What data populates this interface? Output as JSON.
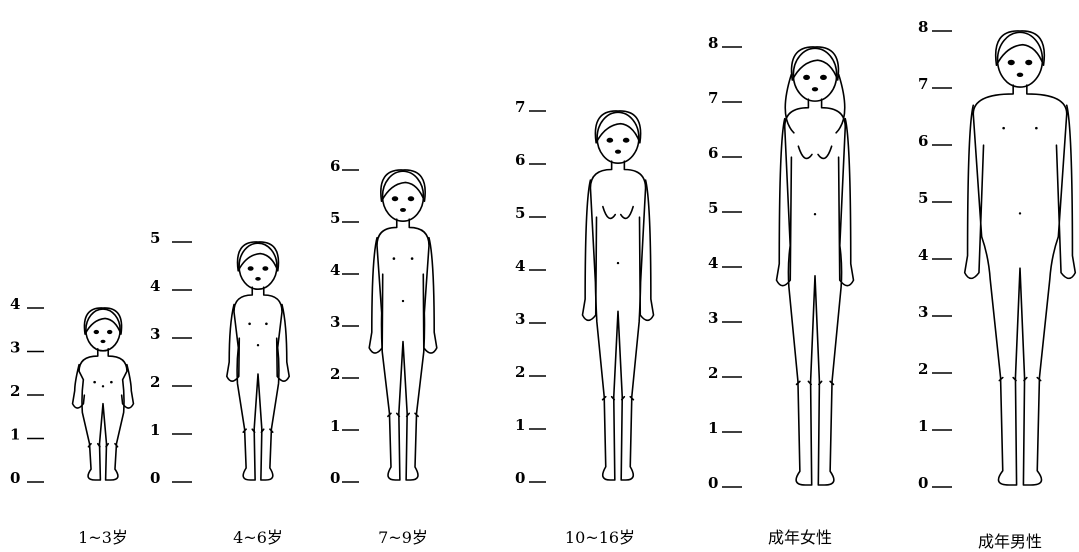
{
  "figures": [
    {
      "id": "age-1-3",
      "label": "1~3岁",
      "scale_max": 4
    },
    {
      "id": "age-4-6",
      "label": "4~6岁",
      "scale_max": 5
    },
    {
      "id": "age-7-9",
      "label": "7~9岁",
      "scale_max": 6
    },
    {
      "id": "age-10-16",
      "label": "10~16岁",
      "scale_max": 7
    },
    {
      "id": "adult-female",
      "label": "成年女性",
      "scale_max": 8
    },
    {
      "id": "adult-male",
      "label": "成年男性",
      "scale_max": 8
    }
  ],
  "colors": {
    "ink": "#000000",
    "paper": "#ffffff"
  }
}
